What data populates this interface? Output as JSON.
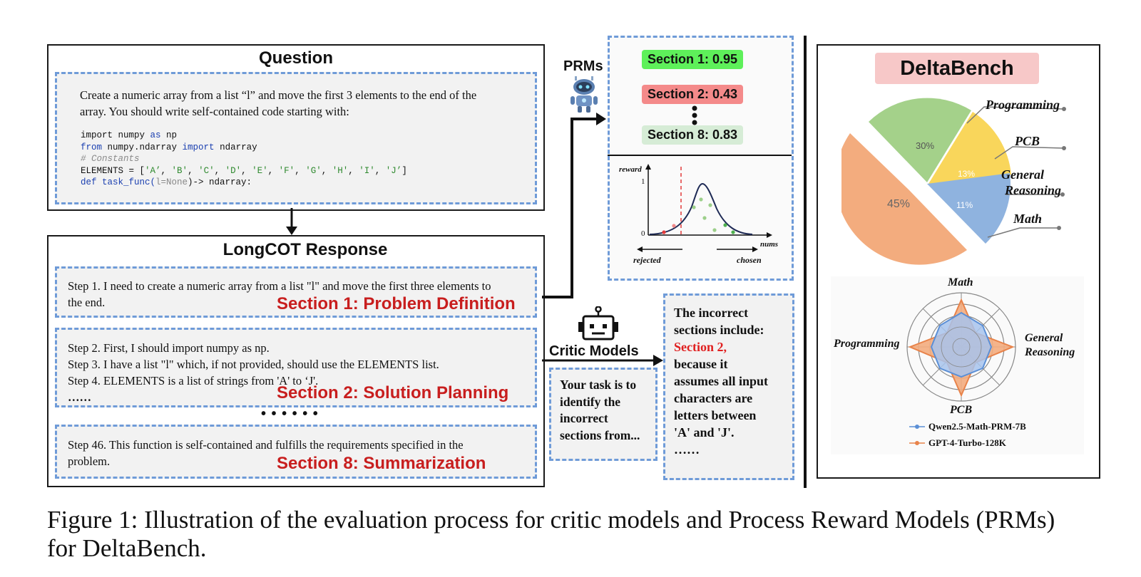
{
  "question": {
    "title": "Question",
    "prompt_line1": "Create a numeric array from a list “l” and move the first 3 elements to the end of the",
    "prompt_line2": "array. You should write self-contained code starting with:",
    "code": {
      "l1_a": "import numpy ",
      "l1_kw": "as",
      "l1_b": " np",
      "l2_kw1": "from",
      "l2_a": " numpy.ndarray ",
      "l2_kw2": "import",
      "l2_b": " ndarray",
      "l3": "# Constants",
      "l4_a": "ELEMENTS = [",
      "l4_items": [
        "'A’",
        "'B'",
        "'C'",
        "'D'",
        "'E'",
        "'F'",
        "'G'",
        "'H'",
        "'I'",
        "'J’"
      ],
      "l4_sep": ", ",
      "l4_b": "]",
      "l5_kw": "def",
      "l5_fn": " task_func(",
      "l5_arg": "l=None",
      "l5_b": ")-> ndarray:"
    }
  },
  "longcot": {
    "title": "LongCOT Response",
    "s1_line1": "Step 1. I need to create a numeric array from a list \"l\" and move the first three elements to",
    "s1_line2": "the end.",
    "s1_label": "Section 1: Problem Definition",
    "s2_line1": "Step 2. First, I should import numpy as np.",
    "s2_line2": "Step 3. I have a list \"l\" which, if not provided, should use the ELEMENTS list.",
    "s2_line3": "Step 4. ELEMENTS is a list of strings from 'A' to ‘J'.",
    "s2_line4": "……",
    "s2_label": "Section 2: Solution Planning",
    "dots": "• • • • • •",
    "s8_line1": "Step 46. This function is self-contained and fulfills the requirements specified in the",
    "s8_line2": "problem.",
    "s8_label": "Section 8: Summarization"
  },
  "prms": {
    "label": "PRMs",
    "pill1": "Section 1: 0.95",
    "pill2": "Section 2: 0.43",
    "pill3": "Section 8: 0.83",
    "colors": {
      "pill1": "#5ef05a",
      "pill2": "#f48a8a",
      "pill3": "#d6ecd6"
    },
    "plot": {
      "ylabel": "reward",
      "y_top": "1",
      "y_zero": "0",
      "xlabel": "nums",
      "left": "rejected",
      "right": "chosen"
    }
  },
  "critic": {
    "label": "Critic Models",
    "task": [
      "Your task is to",
      "identify the",
      "incorrect",
      "sections from..."
    ],
    "answer_l1": "The incorrect",
    "answer_l2": "sections include:",
    "answer_red": "Section 2,",
    "answer_rest": [
      "because it",
      "assumes all input",
      "characters are",
      "letters between",
      "'A' and 'J'.",
      "……"
    ]
  },
  "deltabench": {
    "title": "DeltaBench",
    "pie_labels": {
      "programming": "Programming",
      "pcb": "PCB",
      "general1": "General",
      "general2": "Reasoning",
      "math": "Math"
    },
    "pie_pct": {
      "programming": "30%",
      "pcb": "13%",
      "math": "11%",
      "general": "45%"
    },
    "pie_colors": {
      "programming": "#a4d18a",
      "pcb": "#f9d65b",
      "math": "#8fb3df",
      "general": "#f3ac7e"
    },
    "radar_labels": {
      "math": "Math",
      "general1": "General",
      "general2": "Reasoning",
      "pcb": "PCB",
      "programming": "Programming"
    },
    "legend": [
      {
        "name": "Qwen2.5-Math-PRM-7B",
        "color": "#5b8fd6"
      },
      {
        "name": "GPT-4-Turbo-128K",
        "color": "#e8834a"
      }
    ]
  },
  "caption": {
    "line1": "Figure 1: Illustration of the evaluation process for critic models and Process Reward Models (PRMs)",
    "line2": "for DeltaBench."
  }
}
